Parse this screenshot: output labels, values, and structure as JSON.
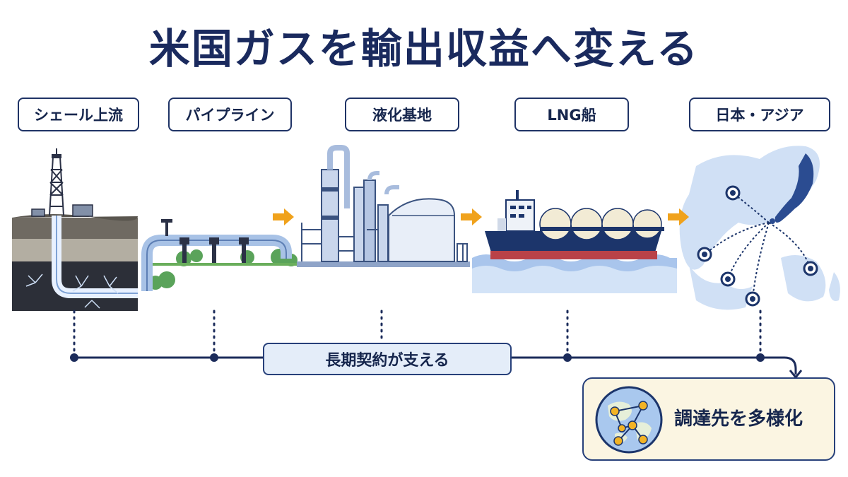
{
  "title": "米国ガスを輸出収益へ変える",
  "stages": [
    {
      "label": "シェール上流",
      "icon": "shale-well-icon"
    },
    {
      "label": "パイプライン",
      "icon": "pipeline-icon"
    },
    {
      "label": "液化基地",
      "icon": "lng-plant-icon"
    },
    {
      "label": "LNG船",
      "icon": "lng-ship-icon"
    },
    {
      "label": "日本・アジア",
      "icon": "asia-map-icon"
    }
  ],
  "contract_label": "長期契約が支える",
  "diversify_label": "調達先を多様化",
  "colors": {
    "navy": "#1a2a5e",
    "arrow": "#f0a21c",
    "accent_box": "#e4edf9",
    "highlight_box": "#fbf5e2",
    "node_gold": "#f2b325"
  }
}
